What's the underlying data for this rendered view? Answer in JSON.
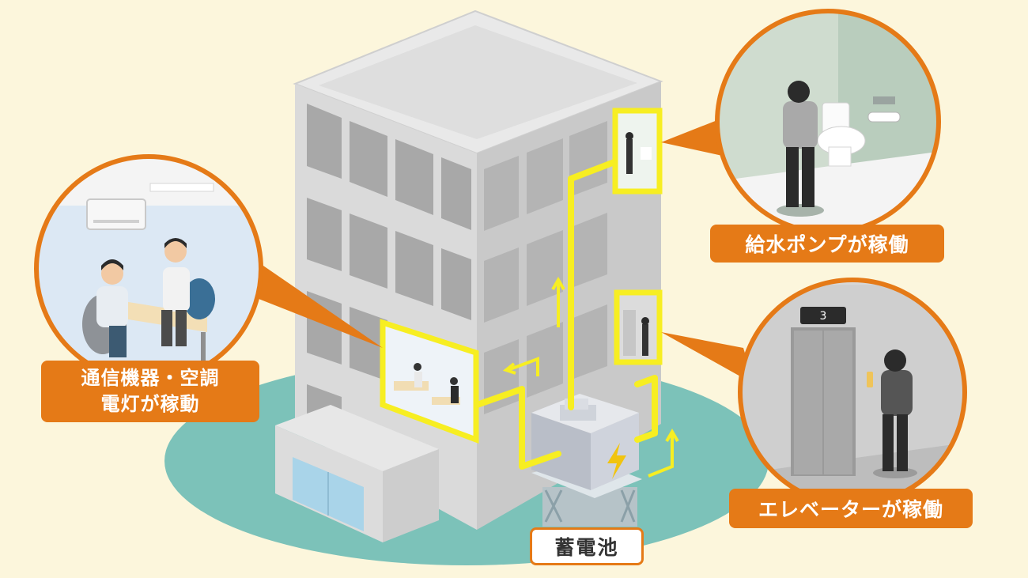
{
  "labels": {
    "office_line1": "通信機器・空調",
    "office_line2": "電灯が稼動",
    "pump": "給水ポンプが稼働",
    "elevator": "エレベーターが稼働",
    "battery": "蓄電池"
  },
  "elevator_floor_indicator": "3",
  "colors": {
    "background": "#fcf6dc",
    "ground": "#7cc2b9",
    "building": "#d9d9d9",
    "window": "#a5a5a5",
    "power_line": "#f7ee22",
    "accent_orange": "#e57a17",
    "restroom_wall": "#cfdcd0",
    "office_wall": "#e4eef7",
    "elevator_wall": "#d7d7d7"
  },
  "icons": {
    "battery": "lightning-bolt-icon",
    "flow": "up-arrow-icon"
  }
}
